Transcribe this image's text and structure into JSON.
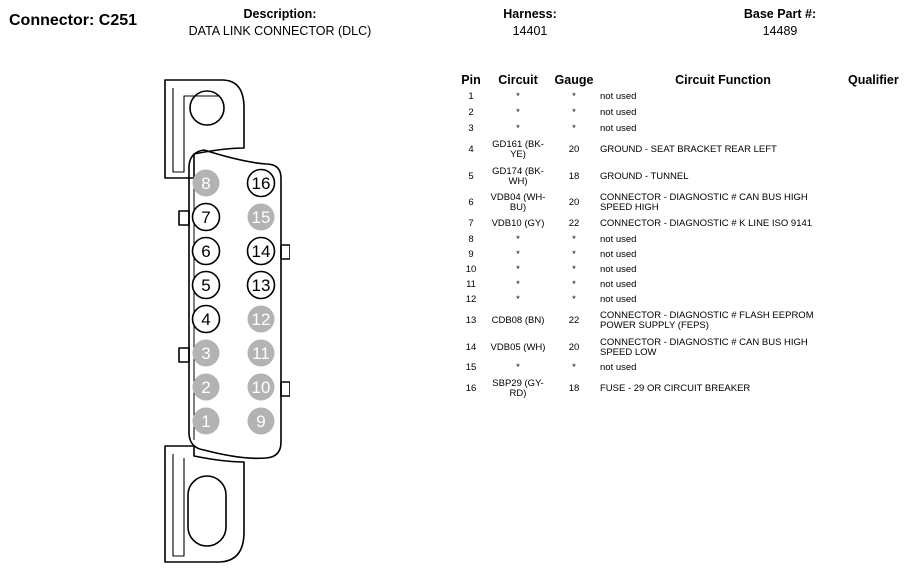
{
  "header": {
    "connector_title": "Connector: C251",
    "description_label": "Description:",
    "description_value": "DATA LINK CONNECTOR (DLC)",
    "harness_label": "Harness:",
    "harness_value": "14401",
    "base_part_label": "Base Part #:",
    "base_part_value": "14489"
  },
  "colors": {
    "used_pin_fill": "#ffffff",
    "unused_pin_fill": "#b3b3b3",
    "stroke": "#000000"
  },
  "connector": {
    "pins": [
      {
        "label": "8",
        "used": false
      },
      {
        "label": "16",
        "used": true
      },
      {
        "label": "7",
        "used": true
      },
      {
        "label": "15",
        "used": false
      },
      {
        "label": "6",
        "used": true
      },
      {
        "label": "14",
        "used": true
      },
      {
        "label": "5",
        "used": true
      },
      {
        "label": "13",
        "used": true
      },
      {
        "label": "4",
        "used": true
      },
      {
        "label": "12",
        "used": false
      },
      {
        "label": "3",
        "used": false
      },
      {
        "label": "11",
        "used": false
      },
      {
        "label": "2",
        "used": false
      },
      {
        "label": "10",
        "used": false
      },
      {
        "label": "1",
        "used": false
      },
      {
        "label": "9",
        "used": false
      }
    ]
  },
  "table": {
    "headers": {
      "pin": "Pin",
      "circuit": "Circuit",
      "gauge": "Gauge",
      "function": "Circuit Function",
      "qualifier": "Qualifier"
    },
    "rows": [
      {
        "pin": "1",
        "circuit": "*",
        "gauge": "*",
        "function": "not used"
      },
      {
        "pin": "2",
        "circuit": "*",
        "gauge": "*",
        "function": "not used"
      },
      {
        "pin": "3",
        "circuit": "*",
        "gauge": "*",
        "function": "not used"
      },
      {
        "pin": "4",
        "circuit": "GD161 (BK-YE)",
        "gauge": "20",
        "function": "GROUND - SEAT BRACKET REAR LEFT"
      },
      {
        "pin": "5",
        "circuit": "GD174 (BK-WH)",
        "gauge": "18",
        "function": "GROUND - TUNNEL"
      },
      {
        "pin": "6",
        "circuit": "VDB04 (WH-BU)",
        "gauge": "20",
        "function": "CONNECTOR - DIAGNOSTIC # CAN BUS HIGH SPEED HIGH"
      },
      {
        "pin": "7",
        "circuit": "VDB10 (GY)",
        "gauge": "22",
        "function": "CONNECTOR - DIAGNOSTIC # K LINE ISO 9141"
      },
      {
        "pin": "8",
        "circuit": "*",
        "gauge": "*",
        "function": "not used"
      },
      {
        "pin": "9",
        "circuit": "*",
        "gauge": "*",
        "function": "not used"
      },
      {
        "pin": "10",
        "circuit": "*",
        "gauge": "*",
        "function": "not used"
      },
      {
        "pin": "11",
        "circuit": "*",
        "gauge": "*",
        "function": "not used"
      },
      {
        "pin": "12",
        "circuit": "*",
        "gauge": "*",
        "function": "not used"
      },
      {
        "pin": "13",
        "circuit": "CDB08 (BN)",
        "gauge": "22",
        "function": "CONNECTOR - DIAGNOSTIC # FLASH EEPROM POWER SUPPLY (FEPS)"
      },
      {
        "pin": "14",
        "circuit": "VDB05 (WH)",
        "gauge": "20",
        "function": "CONNECTOR - DIAGNOSTIC # CAN BUS HIGH SPEED LOW"
      },
      {
        "pin": "15",
        "circuit": "*",
        "gauge": "*",
        "function": "not used"
      },
      {
        "pin": "16",
        "circuit": "SBP29 (GY-RD)",
        "gauge": "18",
        "function": "FUSE - 29 OR CIRCUIT BREAKER"
      }
    ]
  }
}
